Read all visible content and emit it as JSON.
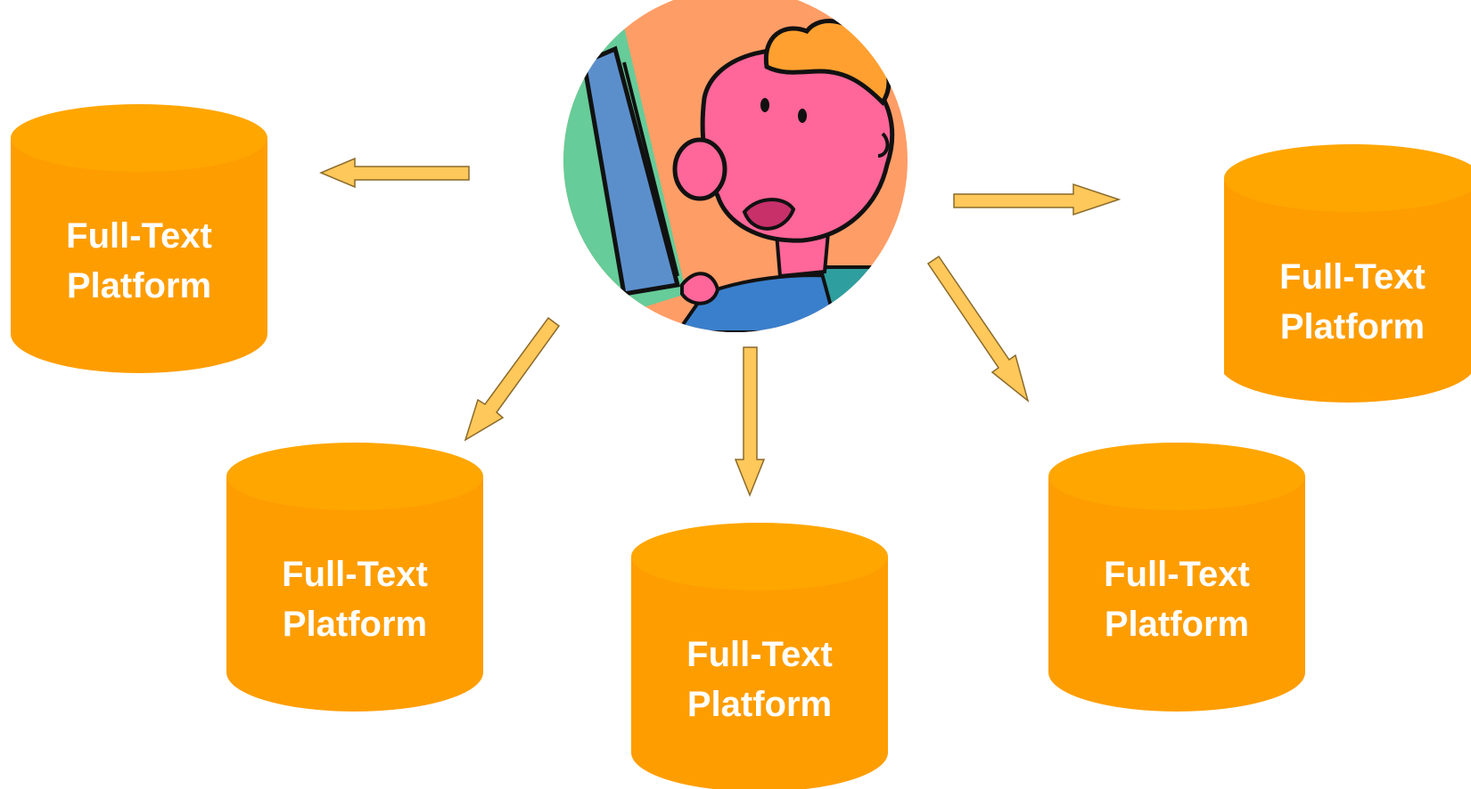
{
  "center_icon": "cartoon-user-at-computer-icon",
  "platforms": [
    {
      "id": "left",
      "line1": "Full-Text",
      "line2": "Platform"
    },
    {
      "id": "right",
      "line1": "Full-Text",
      "line2": "Platform"
    },
    {
      "id": "bottom-left",
      "line1": "Full-Text",
      "line2": "Platform"
    },
    {
      "id": "bottom-mid",
      "line1": "Full-Text",
      "line2": "Platform"
    },
    {
      "id": "bottom-right",
      "line1": "Full-Text",
      "line2": "Platform"
    }
  ],
  "colors": {
    "cylinder_body": "#FE9D00",
    "cylinder_top": "#FFA500",
    "arrow_fill": "#FFC85A",
    "arrow_stroke": "#8A6A2A",
    "face_pink": "#FF6699",
    "hair": "#FFA030",
    "background_peach": "#FF9D66",
    "screen_green": "#66CC99",
    "monitor_blue": "#5B8FCC"
  }
}
